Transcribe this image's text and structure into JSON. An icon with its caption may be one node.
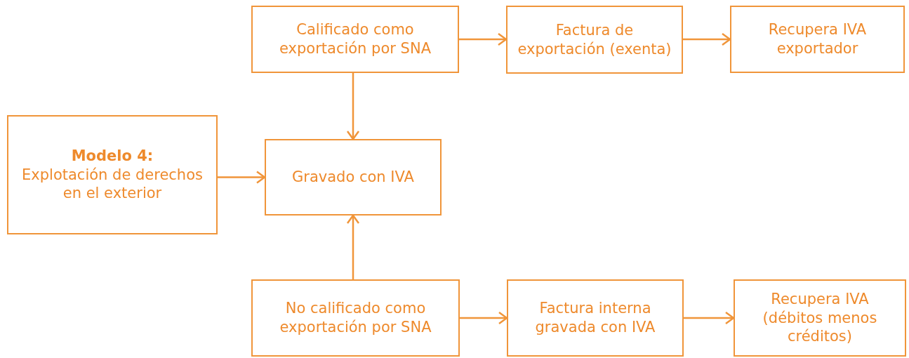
{
  "diagram": {
    "nodes": [
      {
        "text": [
          "Calificado como exportación por SNA"
        ]
      },
      {
        "text": [
          "Factura de exportación (exenta)"
        ]
      },
      {
        "text": [
          "Recupera IVA exportador"
        ]
      },
      {
        "text": [
          "Modelo 4:",
          "Explotación de derechos en el exterior"
        ]
      },
      {
        "text": [
          "Gravado con IVA"
        ]
      },
      {
        "text": [
          "No calificado como exportación por SNA"
        ]
      },
      {
        "text": [
          "Factura interna gravada con IVA"
        ]
      },
      {
        "text": [
          "Recupera IVA (débitos menos créditos)"
        ]
      }
    ],
    "edges": [
      {
        "from": 0,
        "to": 1,
        "arrow": "to"
      },
      {
        "from": 1,
        "to": 2,
        "arrow": "to"
      },
      {
        "from": 0,
        "to": 4,
        "arrow": "to"
      },
      {
        "from": 3,
        "to": 4,
        "arrow": "to"
      },
      {
        "from": 5,
        "to": 4,
        "arrow": "to"
      },
      {
        "from": 5,
        "to": 6,
        "arrow": "to"
      },
      {
        "from": 6,
        "to": 7,
        "arrow": "to"
      }
    ]
  }
}
